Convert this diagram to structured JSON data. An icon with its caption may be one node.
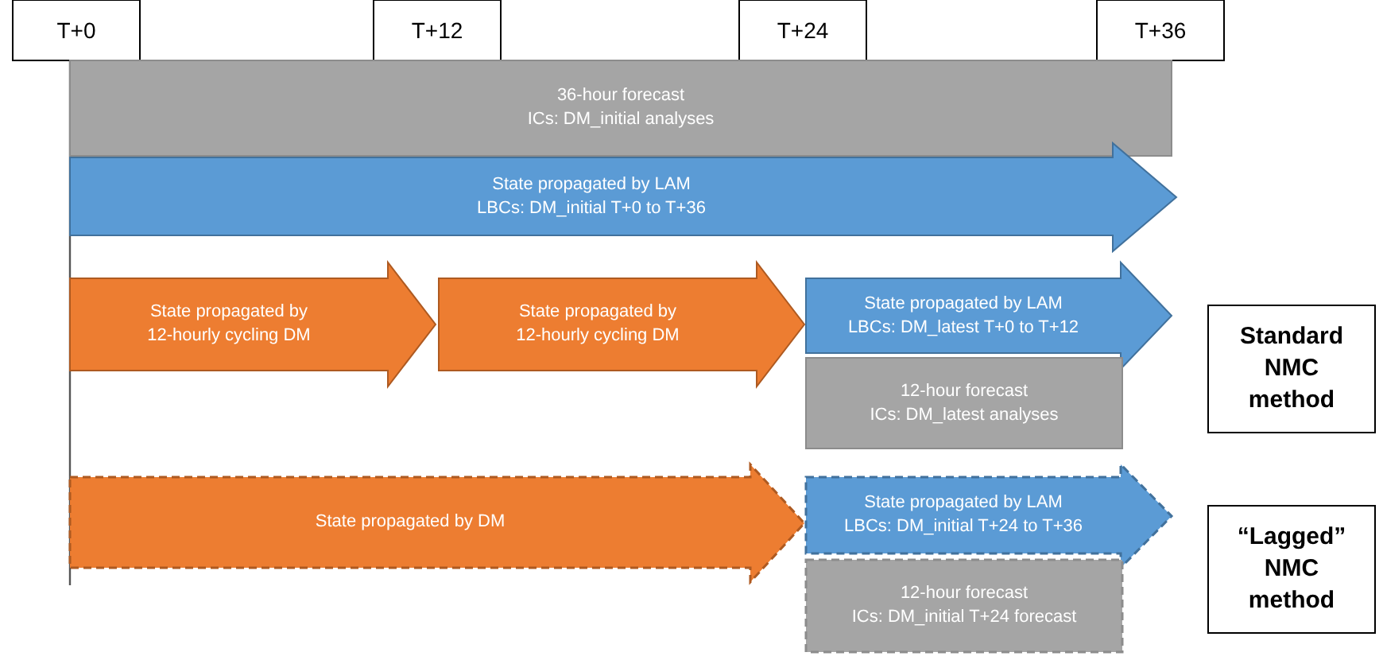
{
  "diagram": {
    "nodes": [
      {
        "text": [
          "T+0"
        ]
      },
      {
        "text": [
          "T+12"
        ]
      },
      {
        "text": [
          "T+24"
        ]
      },
      {
        "text": [
          "T+36"
        ]
      },
      {
        "text": [
          "36-hour forecast",
          "ICs: DM_initial analyses"
        ]
      },
      {
        "text": [
          "State propagated by LAM",
          "LBCs: DM_initial T+0 to T+36"
        ]
      },
      {
        "text": [
          "State propagated by 12-hourly cycling DM"
        ]
      },
      {
        "text": [
          "State propagated by 12-hourly cycling DM"
        ]
      },
      {
        "text": [
          "State propagated by LAM",
          "LBCs: DM_latest T+0 to T+12"
        ]
      },
      {
        "text": [
          "12-hour forecast",
          "ICs: DM_latest analyses"
        ]
      },
      {
        "text": [
          "Standard NMC method"
        ]
      },
      {
        "text": [
          "State propagated by DM"
        ]
      },
      {
        "text": [
          "State propagated by LAM",
          "LBCs: DM_initial T+24 to T+36"
        ]
      },
      {
        "text": [
          "12-hour forecast",
          "ICs: DM_initial T+24 forecast"
        ]
      },
      {
        "text": [
          "“Lagged” NMC method"
        ]
      }
    ],
    "edges": []
  }
}
